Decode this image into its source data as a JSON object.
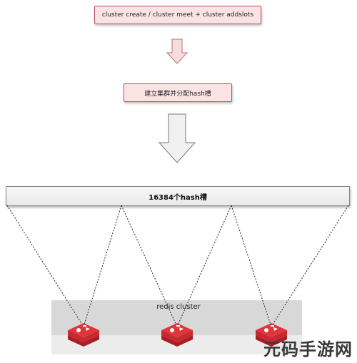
{
  "steps": {
    "top_label": "cluster create / cluster meet + cluster addslots",
    "middle_label": "建立集群并分配hash槽"
  },
  "hash_bar": {
    "label": "16384个hash槽"
  },
  "cluster": {
    "label": "redis cluster",
    "node_count": 3
  },
  "colors": {
    "box_fill": "#fbe3e3",
    "box_border": "#c0505a",
    "redis_red": "#d0282f",
    "arrow_fill": "#f0f0f0"
  },
  "watermark": {
    "text": "元码手游网"
  }
}
